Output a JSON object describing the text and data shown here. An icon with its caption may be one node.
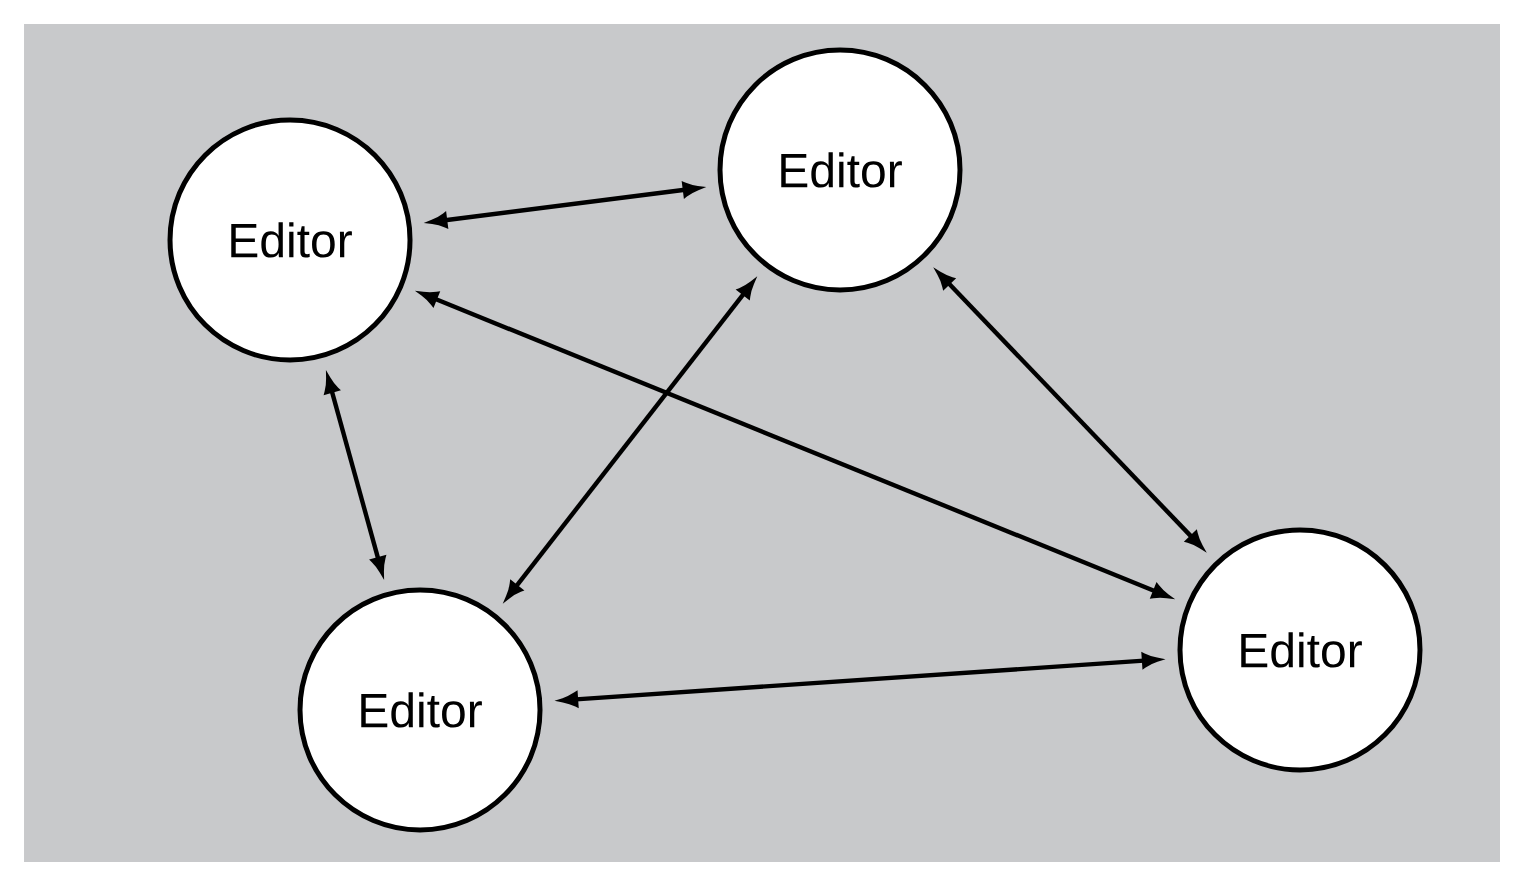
{
  "diagram": {
    "nodes": [
      {
        "text": [
          "Editor"
        ]
      },
      {
        "text": [
          "Editor"
        ]
      },
      {
        "text": [
          "Editor"
        ]
      },
      {
        "text": [
          "Editor"
        ]
      }
    ],
    "edges": [
      {
        "from": 0,
        "to": 1,
        "arrow": "both"
      },
      {
        "from": 0,
        "to": 2,
        "arrow": "both"
      },
      {
        "from": 0,
        "to": 3,
        "arrow": "both"
      },
      {
        "from": 1,
        "to": 2,
        "arrow": "both"
      },
      {
        "from": 1,
        "to": 3,
        "arrow": "both"
      },
      {
        "from": 2,
        "to": 3,
        "arrow": "both"
      }
    ]
  }
}
